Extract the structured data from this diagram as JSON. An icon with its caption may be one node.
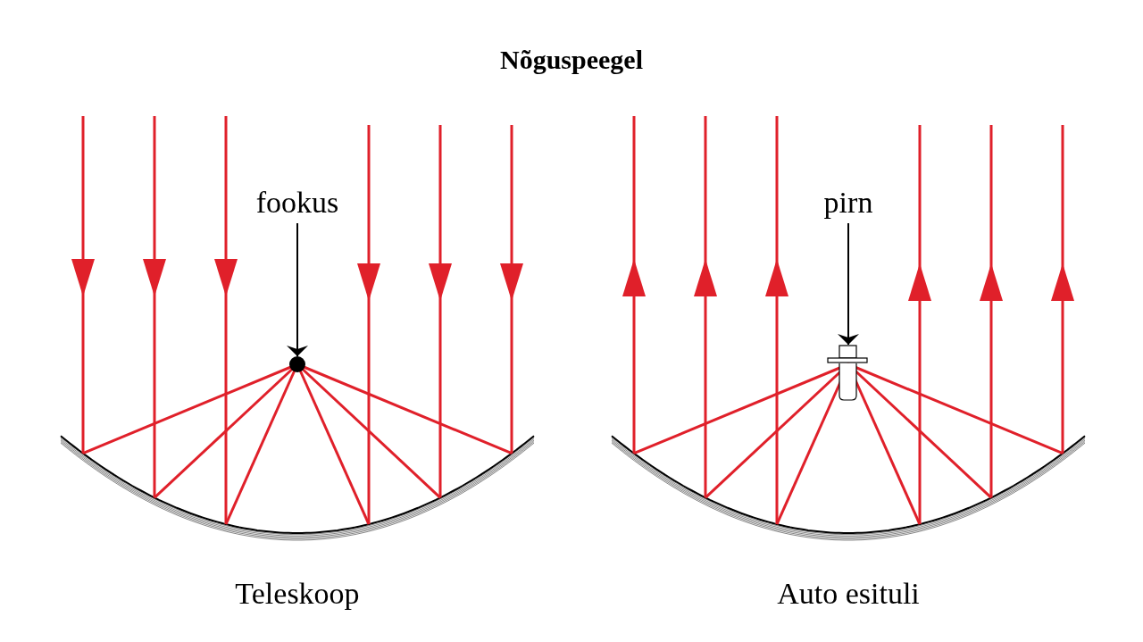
{
  "diagram": {
    "title": "Nõguspeegel",
    "nodes": [
      {
        "text": [
          "fookus"
        ]
      },
      {
        "text": [],
        "shape": "circle"
      },
      {
        "text": [
          "pirn"
        ]
      },
      {
        "text": [],
        "shape": "picture"
      }
    ],
    "edges": [
      {
        "from": 0,
        "to": 1,
        "arrow": "to"
      },
      {
        "from": 2,
        "to": 3,
        "arrow": "to"
      }
    ],
    "labels": [
      "Teleskoop",
      "Auto esituli"
    ]
  }
}
